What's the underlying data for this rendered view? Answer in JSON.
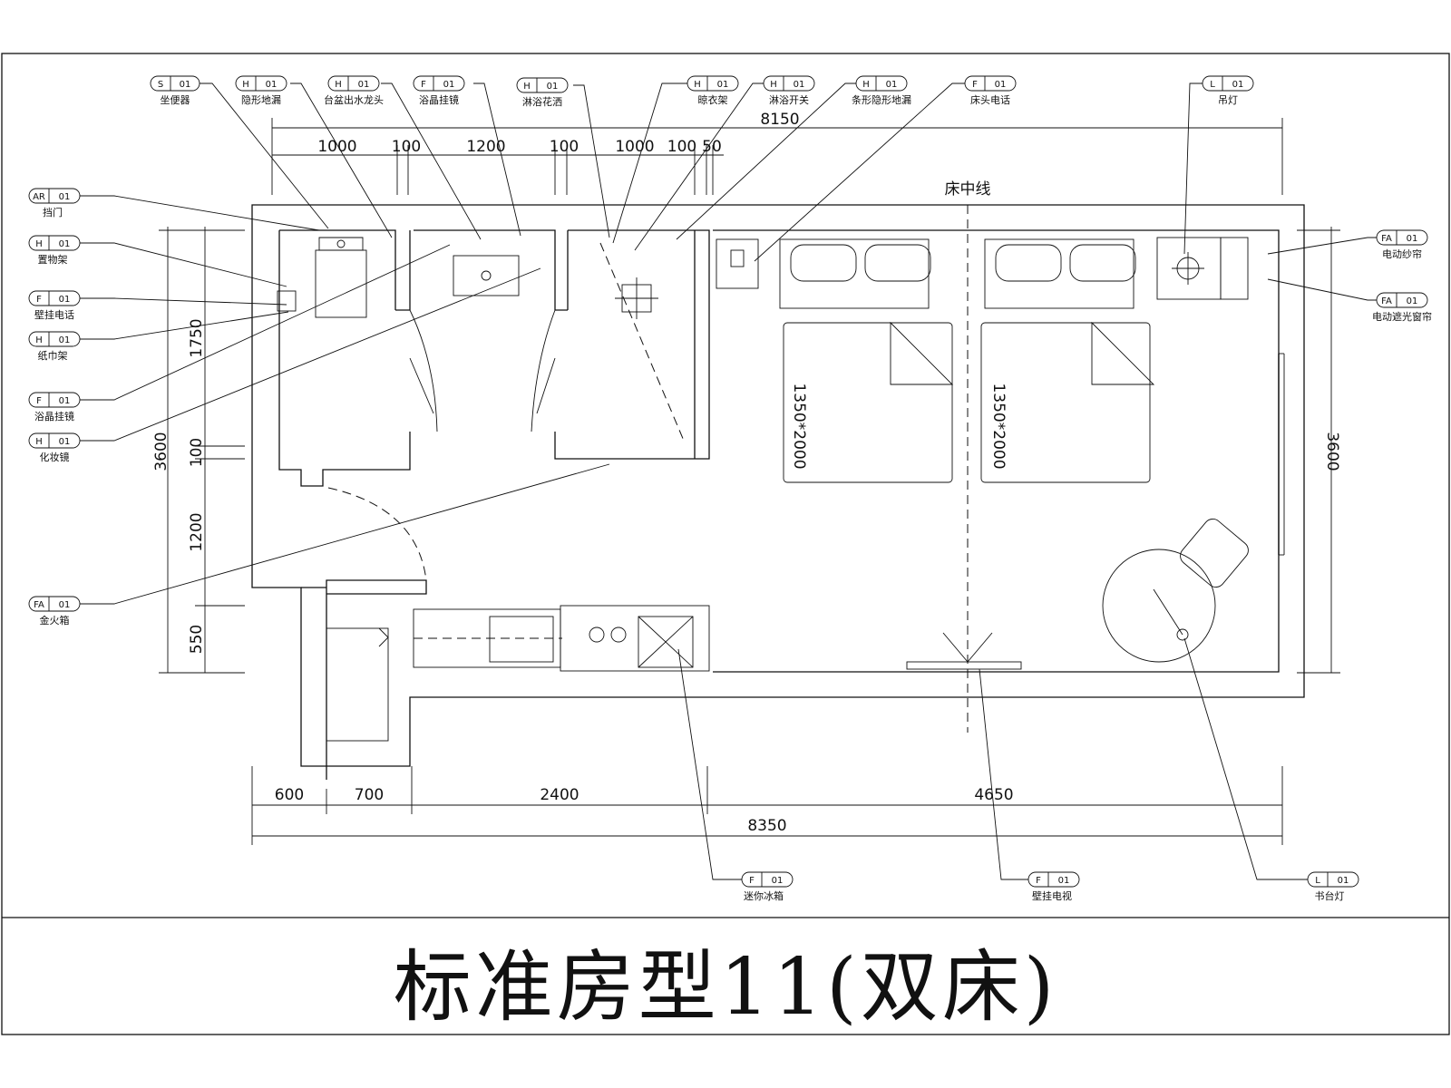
{
  "title": "标准房型11(双床)",
  "dimensions": {
    "top_total": "8150",
    "top_segments": [
      "1000",
      "100",
      "1200",
      "100",
      "1000",
      "100",
      "50"
    ],
    "bottom_total": "8350",
    "bottom_segments": [
      "600",
      "700",
      "2400",
      "4650"
    ],
    "left_total": "3600",
    "left_segments": [
      "1750",
      "100",
      "1200",
      "550"
    ],
    "right_total": "3600"
  },
  "bed_centerline": "床中线",
  "beds": [
    "1350*2000",
    "1350*2000"
  ],
  "tags": {
    "top": [
      {
        "code": "S",
        "num": "01",
        "label": "坐便器"
      },
      {
        "code": "H",
        "num": "01",
        "label": "隐形地漏"
      },
      {
        "code": "H",
        "num": "01",
        "label": "台盆出水龙头"
      },
      {
        "code": "F",
        "num": "01",
        "label": "浴晶挂镜"
      },
      {
        "code": "H",
        "num": "01",
        "label": "淋浴花洒"
      },
      {
        "code": "H",
        "num": "01",
        "label": "晾衣架"
      },
      {
        "code": "H",
        "num": "01",
        "label": "淋浴开关"
      },
      {
        "code": "H",
        "num": "01",
        "label": "条形隐形地漏"
      },
      {
        "code": "F",
        "num": "01",
        "label": "床头电话"
      },
      {
        "code": "L",
        "num": "01",
        "label": "吊灯"
      }
    ],
    "left": [
      {
        "code": "AR",
        "num": "01",
        "label": "挡门"
      },
      {
        "code": "H",
        "num": "01",
        "label": "置物架"
      },
      {
        "code": "F",
        "num": "01",
        "label": "壁挂电话"
      },
      {
        "code": "H",
        "num": "01",
        "label": "纸巾架"
      },
      {
        "code": "F",
        "num": "01",
        "label": "浴晶挂镜"
      },
      {
        "code": "H",
        "num": "01",
        "label": "化妆镜"
      },
      {
        "code": "FA",
        "num": "01",
        "label": "金火箱"
      }
    ],
    "right": [
      {
        "code": "FA",
        "num": "01",
        "label": "电动纱帘"
      },
      {
        "code": "FA",
        "num": "01",
        "label": "电动遮光窗帘"
      }
    ],
    "bottom": [
      {
        "code": "F",
        "num": "01",
        "label": "迷你冰箱"
      },
      {
        "code": "F",
        "num": "01",
        "label": "壁挂电视"
      },
      {
        "code": "L",
        "num": "01",
        "label": "书台灯"
      }
    ]
  }
}
